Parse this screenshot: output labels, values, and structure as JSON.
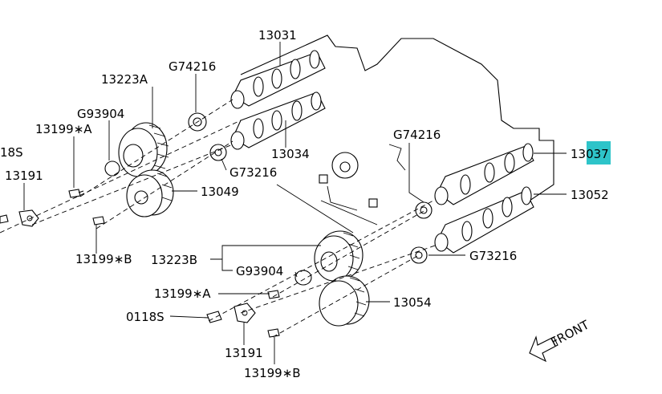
{
  "highlight_color": "#2ec4c9",
  "labels": {
    "p13031": "13031",
    "p13223A": "13223A",
    "g74216_top": "G74216",
    "g93904_top": "G93904",
    "p13199A_left": "13199∗A",
    "p0118S_left": "18S",
    "p13191_left": "13191",
    "p13034": "13034",
    "g73216_top": "G73216",
    "p13049": "13049",
    "p13199B_left": "13199∗B",
    "g74216_right": "G74216",
    "p13037": "13037",
    "p13052": "13052",
    "p13223B": "13223B",
    "g93904_bottom": "G93904",
    "g73216_right": "G73216",
    "p13199A_bottom": "13199∗A",
    "p13054": "13054",
    "p0118S_bottom": "0118S",
    "p13191_bottom": "13191",
    "p13199B_bottom": "13199∗B",
    "front": "FRONT"
  }
}
